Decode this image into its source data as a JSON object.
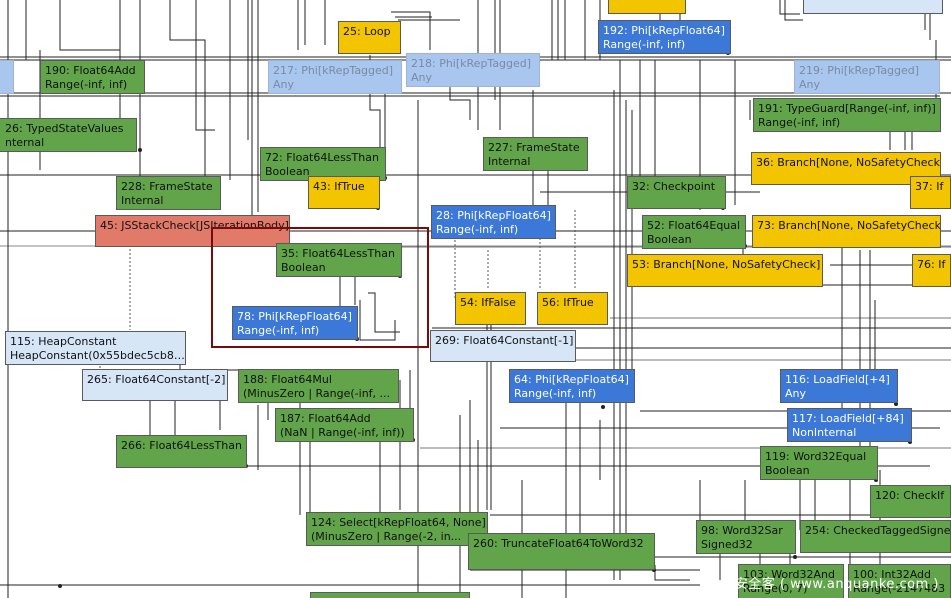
{
  "nodes": {
    "n25": {
      "l1": "25: Loop"
    },
    "n192": {
      "l1": "192: Phi[kRepFloat64]",
      "l2": "Range(-inf, inf)"
    },
    "n190": {
      "l1": "190: Float64Add",
      "l2": "Range(-inf, inf)"
    },
    "n217": {
      "l1": "217: Phi[kRepTagged]",
      "l2": "Any"
    },
    "n218": {
      "l1": "218: Phi[kRepTagged]",
      "l2": "Any"
    },
    "n219": {
      "l1": "219: Phi[kRepTagged]",
      "l2": "Any"
    },
    "n191": {
      "l1": "191: TypeGuard[Range(-inf, inf)]",
      "l2": "Range(-inf, inf)"
    },
    "n26": {
      "l1": "26: TypedStateValues",
      "l2": "nternal"
    },
    "n227": {
      "l1": "227: FrameState",
      "l2": "Internal"
    },
    "n72": {
      "l1": "72: Float64LessThan",
      "l2": "Boolean"
    },
    "n36": {
      "l1": "36: Branch[None, NoSafetyCheck]"
    },
    "n228": {
      "l1": "228: FrameState",
      "l2": "Internal"
    },
    "n43": {
      "l1": "43: IfTrue"
    },
    "n32": {
      "l1": "32: Checkpoint"
    },
    "n37": {
      "l1": "37: If"
    },
    "n45": {
      "l1": "45: JSStackCheck[JSIterationBody]"
    },
    "n28": {
      "l1": "28: Phi[kRepFloat64]",
      "l2": "Range(-inf, inf)"
    },
    "n52": {
      "l1": "52: Float64Equal",
      "l2": "Boolean"
    },
    "n73": {
      "l1": "73: Branch[None, NoSafetyCheck]"
    },
    "n35": {
      "l1": "35: Float64LessThan",
      "l2": "Boolean"
    },
    "n53": {
      "l1": "53: Branch[None, NoSafetyCheck]"
    },
    "n76": {
      "l1": "76: If"
    },
    "n54": {
      "l1": "54: IfFalse"
    },
    "n56": {
      "l1": "56: IfTrue"
    },
    "n78": {
      "l1": "78: Phi[kRepFloat64]",
      "l2": "Range(-inf, inf)"
    },
    "n115": {
      "l1": "115: HeapConstant",
      "l2": "HeapConstant(0x55bdec5cb8…"
    },
    "n269": {
      "l1": "269: Float64Constant[-1]"
    },
    "n265": {
      "l1": "265: Float64Constant[-2]"
    },
    "n188": {
      "l1": "188: Float64Mul",
      "l2": "(MinusZero | Range(-inf, ..."
    },
    "n64": {
      "l1": "64: Phi[kRepFloat64]",
      "l2": "Range(-inf, inf)"
    },
    "n116": {
      "l1": "116: LoadField[+4]",
      "l2": "Any"
    },
    "n187": {
      "l1": "187: Float64Add",
      "l2": "(NaN | Range(-inf, inf))"
    },
    "n117": {
      "l1": "117: LoadField[+84]",
      "l2": "NonInternal"
    },
    "n266": {
      "l1": "266: Float64LessThan"
    },
    "n119": {
      "l1": "119: Word32Equal",
      "l2": "Boolean"
    },
    "n120": {
      "l1": "120: CheckIf"
    },
    "n124": {
      "l1": "124: Select[kRepFloat64, None]",
      "l2": "(MinusZero | Range(-2, in..."
    },
    "n98": {
      "l1": "98: Word32Sar",
      "l2": "Signed32"
    },
    "n254": {
      "l1": "254: CheckedTaggedSigne"
    },
    "n260": {
      "l1": "260: TruncateFloat64ToWord32"
    },
    "n103": {
      "l1": "103: Word32And",
      "l2": "Range(0, 7)"
    },
    "n100": {
      "l1": "100: Int32Add",
      "l2": "Range(-2147483"
    }
  },
  "watermark": "安全客 ( www.anquanke.com )",
  "colors": {
    "green": "#62a44a",
    "yellow": "#f2c500",
    "blue": "#3b78d8",
    "light_blue": "#a9c6ef",
    "pale_blue": "#d6e6f7",
    "red": "#e27a6a",
    "selection": "#7a0b0b"
  }
}
